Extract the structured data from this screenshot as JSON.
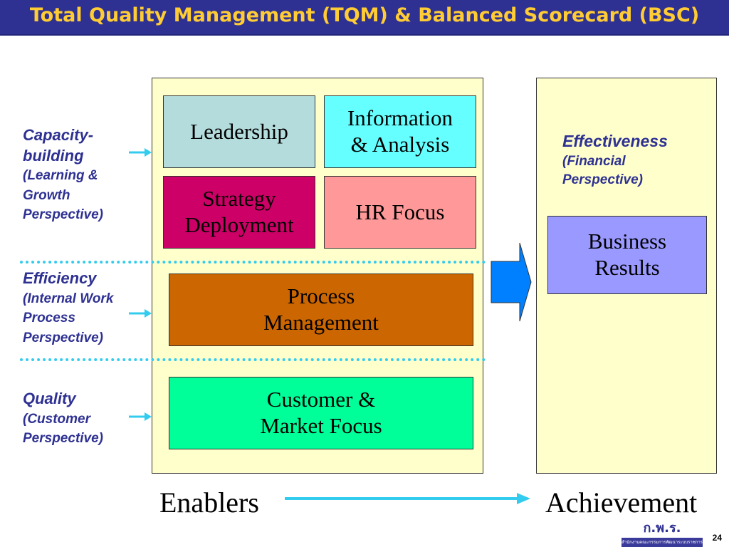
{
  "title": "Total Quality Management (TQM) & Balanced Scorecard (BSC)",
  "side_labels": {
    "capacity": {
      "head": "Capacity-\nbuilding",
      "sub": "(Learning &\nGrowth\nPerspective)"
    },
    "efficiency": {
      "head": "Efficiency",
      "sub": "(Internal Work\nProcess\nPerspective)"
    },
    "quality": {
      "head": "Quality",
      "sub": "(Customer\nPerspective)"
    }
  },
  "boxes": {
    "leadership": "Leadership",
    "information": "Information\n& Analysis",
    "strategy": "Strategy\nDeployment",
    "hr": "HR Focus",
    "process": "Process\nManagement",
    "customer": "Customer &\nMarket Focus",
    "business": "Business\nResults"
  },
  "effectiveness": {
    "head": "Effectiveness",
    "sub": "(Financial\nPerspective)"
  },
  "footer": {
    "enablers": "Enablers",
    "achievement": "Achievement"
  },
  "logo": {
    "text": "ก.พ.ร.",
    "subtext": "สำนักงานคณะกรรมการพัฒนาระบบราชการ"
  },
  "page_number": "24",
  "colors": {
    "title_bg": "#2e3192",
    "title_text": "#ffcc33",
    "panel_bg": "#ffffcc",
    "leadership": "#b4dcdc",
    "information": "#66ffff",
    "strategy": "#cc0066",
    "hr": "#ff9999",
    "process": "#cc6600",
    "customer": "#00ff99",
    "business": "#9999ff",
    "arrow": "#33ccee",
    "big_arrow": "#0080ff",
    "label_text": "#2e3192",
    "effectiveness_text": "#2e3192"
  },
  "icons": [
    "right-arrow-icon",
    "block-arrow-icon"
  ]
}
